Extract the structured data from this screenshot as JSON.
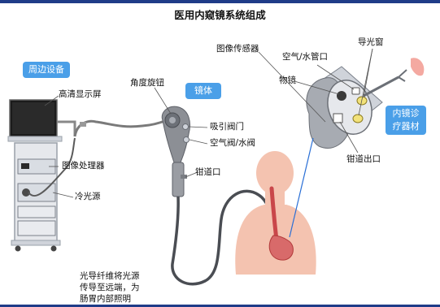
{
  "title": "医用内窥镜系统组成",
  "tags": {
    "peripheral": "周边设备",
    "scope": "镜体",
    "treatment": "内镜诊\n疗器材"
  },
  "labels": {
    "hd_display": "高清显示屏",
    "image_processor": "图像处理器",
    "cold_light": "冷光源",
    "angle_knob": "角度旋钮",
    "suction_valve": "吸引阀门",
    "air_water_valve": "空气阀/水阀",
    "forceps_port": "钳道口",
    "image_sensor": "图像传感器",
    "air_water_nozzle": "空气/水管口",
    "light_guide_window": "导光窗",
    "objective_lens": "物镜",
    "forceps_outlet": "钳道出口",
    "fiber_note_1": "光导纤维将光源",
    "fiber_note_2": "传导至远端，为",
    "fiber_note_3": "肠胃内部照明"
  },
  "colors": {
    "tag_blue": "#4a9fe8",
    "frame_navy": "#1f3c88",
    "skin": "#f4c3b0",
    "stomach_red": "#c9474a",
    "lens_yellow": "#f2e27a",
    "pointer_blue": "#2a6fd6"
  }
}
